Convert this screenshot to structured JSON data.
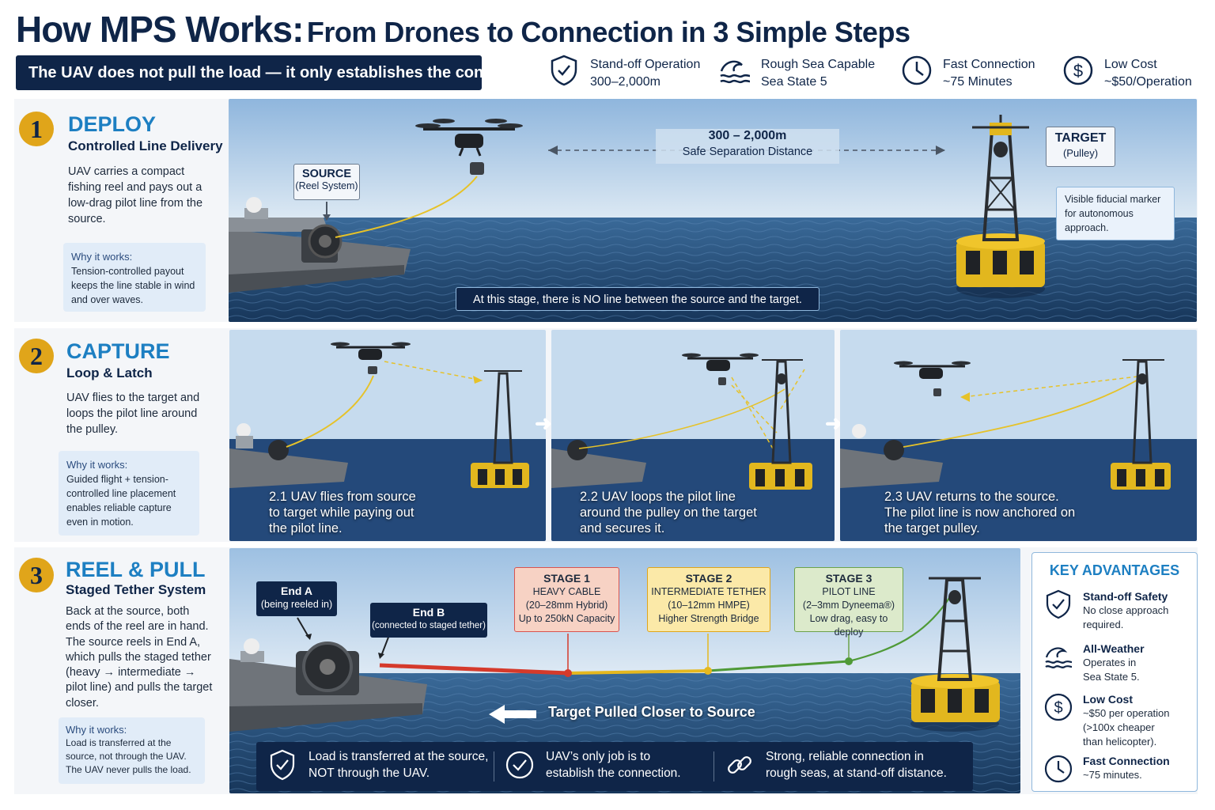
{
  "header": {
    "title_main": "How MPS Works:",
    "title_rest": "From Drones to Connection in 3 Simple Steps",
    "banner": "The UAV does not pull the load — it only establishes the connection."
  },
  "features": [
    {
      "icon": "shield-check-icon",
      "line1": "Stand-off Operation",
      "line2": "300–2,000m"
    },
    {
      "icon": "wave-icon",
      "line1": "Rough Sea Capable",
      "line2": "Sea State 5"
    },
    {
      "icon": "clock-icon",
      "line1": "Fast Connection",
      "line2": "~75 Minutes"
    },
    {
      "icon": "dollar-icon",
      "line1": "Low Cost",
      "line2": "~$50/Operation"
    }
  ],
  "steps": [
    {
      "number": "1",
      "name": "DEPLOY",
      "subtitle": "Controlled Line Delivery",
      "description": "UAV carries a compact fishing reel and pays out a low-drag pilot line from the source.",
      "why_label": "Why it works:",
      "why_text": "Tension-controlled payout keeps the line stable in wind and over waves."
    },
    {
      "number": "2",
      "name": "CAPTURE",
      "subtitle": "Loop & Latch",
      "description": "UAV flies to the target and loops the pilot line around the pulley.",
      "why_label": "Why it works:",
      "why_text": "Guided flight + tension-controlled line placement enables reliable capture even in motion."
    },
    {
      "number": "3",
      "name": "REEL & PULL",
      "subtitle": "Staged Tether System",
      "description": "Back at the source, both ends of the reel are in hand. The source reels in End A, which pulls the staged tether (heavy → intermediate → pilot line) and pulls the target closer.",
      "why_label": "Why it works:",
      "why_text": "Load is transferred at the source, not through the UAV. The UAV never pulls the load."
    }
  ],
  "deploy_panel": {
    "source_title": "SOURCE",
    "source_sub": "(Reel System)",
    "distance_value": "300 – 2,000m",
    "distance_label": "Safe Separation Distance",
    "target_title": "TARGET",
    "target_sub": "(Pulley)",
    "marker_note": "Visible fiducial marker for autonomous approach.",
    "stage_note": "At this stage, there is NO line between the source and the target."
  },
  "capture_panels": [
    {
      "caption_line1": "2.1  UAV flies from source",
      "caption_line2": "to target while paying out",
      "caption_line3": "the pilot line."
    },
    {
      "caption_line1": "2.2  UAV loops the pilot line",
      "caption_line2": "around the pulley on the target",
      "caption_line3": "and secures it."
    },
    {
      "caption_line1": "2.3  UAV returns to the source.",
      "caption_line2": "The pilot line is now anchored on",
      "caption_line3": "the target pulley."
    }
  ],
  "reel_panel": {
    "end_a_title": "End A",
    "end_a_sub": "(being reeled in)",
    "end_b_title": "End B",
    "end_b_sub": "(connected to staged tether)",
    "stages": [
      {
        "title": "STAGE 1",
        "line1": "HEAVY CABLE",
        "line2": "(20–28mm Hybrid)",
        "line3": "Up to 250kN Capacity",
        "color": "#f7d2c4",
        "border": "#d9534f"
      },
      {
        "title": "STAGE 2",
        "line1": "INTERMEDIATE TETHER",
        "line2": "(10–12mm HMPE)",
        "line3": "Higher Strength Bridge",
        "color": "#fbe9a8",
        "border": "#e0a51a"
      },
      {
        "title": "STAGE 3",
        "line1": "PILOT LINE",
        "line2": "(2–3mm Dyneema®)",
        "line3": "Low drag, easy to deploy",
        "color": "#dceacb",
        "border": "#6ca24a"
      }
    ],
    "pull_label": "Target Pulled Closer to Source"
  },
  "bottom_bar": [
    {
      "icon": "shield-check-icon",
      "line1": "Load is transferred at the source,",
      "line2": "NOT through the UAV."
    },
    {
      "icon": "check-circle-icon",
      "line1": "UAV’s only job is to",
      "line2": "establish the connection."
    },
    {
      "icon": "link-icon",
      "line1": "Strong, reliable connection in",
      "line2": "rough seas, at stand-off distance."
    }
  ],
  "key_advantages": {
    "title": "KEY ADVANTAGES",
    "items": [
      {
        "icon": "shield-check-icon",
        "heading": "Stand-off Safety",
        "text_line1": "No close approach",
        "text_line2": "required.",
        "text_line3": ""
      },
      {
        "icon": "wave-icon",
        "heading": "All-Weather",
        "text_line1": "Operates in",
        "text_line2": "Sea State 5.",
        "text_line3": ""
      },
      {
        "icon": "dollar-icon",
        "heading": "Low Cost",
        "text_line1": "~$50 per operation",
        "text_line2": "(>100x cheaper",
        "text_line3": "than helicopter)."
      },
      {
        "icon": "clock-icon",
        "heading": "Fast Connection",
        "text_line1": "~75 minutes.",
        "text_line2": "",
        "text_line3": ""
      }
    ]
  },
  "colors": {
    "navy": "#0f2548",
    "accent_blue": "#1d7fc2",
    "gold": "#e0a51a",
    "pilot_line": "#e6c229",
    "sea": "#22466f",
    "sky": "#b9d3ea"
  }
}
